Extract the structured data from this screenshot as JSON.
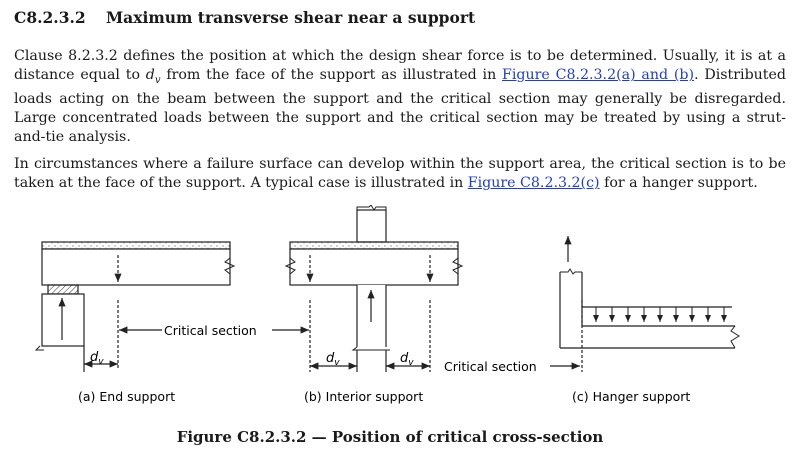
{
  "section": {
    "number": "C8.2.3.2",
    "title": "Maximum transverse shear near a support"
  },
  "paragraph1": {
    "before_link": "Clause 8.2.3.2 defines the position at which the design shear force is to be determined. Usually, it is at a distance equal to ",
    "symbol": "d",
    "symbol_sub": "v",
    "middle": " from the face of the support as illustrated in ",
    "link": "Figure C8.2.3.2(a) and (b)",
    "after_link": ". Distributed loads acting on the beam between the support and the critical section may generally be disregarded. Large concentrated loads between the support and the critical section may be treated by using a strut-and-tie analysis."
  },
  "paragraph2": {
    "before_link": "In circumstances where a failure surface can develop within the support area, the critical section is to be taken at the face of the support. A typical case is illustrated in ",
    "link": "Figure C8.2.3.2(c)",
    "after_link": " for a hanger support."
  },
  "figure": {
    "critical_section_label_a": "Critical section",
    "critical_section_label_c": "Critical section",
    "dv_symbol": "d",
    "dv_sub": "v",
    "caption_a": "(a) End support",
    "caption_b": "(b) Interior support",
    "caption_c": "(c) Hanger support",
    "title": "Figure C8.2.3.2 — Position of critical cross-section"
  }
}
